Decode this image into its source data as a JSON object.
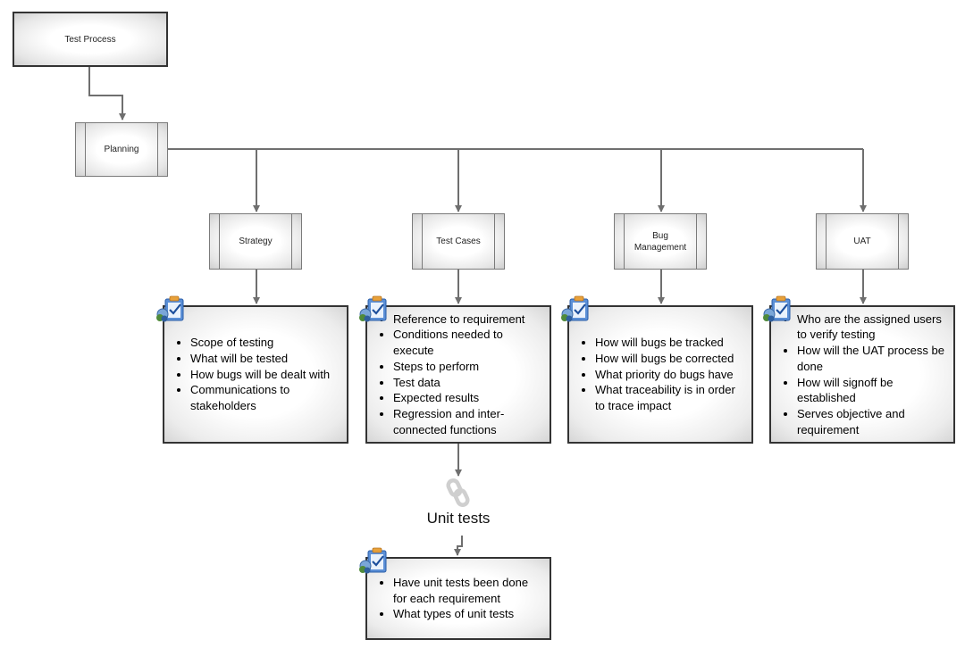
{
  "nodes": {
    "root": "Test Process",
    "planning": "Planning",
    "strategy": "Strategy",
    "test_cases": "Test Cases",
    "bug_management": "Bug Management",
    "uat": "UAT"
  },
  "notes": {
    "strategy": [
      "Scope of testing",
      "What will be tested",
      "How bugs will be dealt with",
      "Communications to stakeholders"
    ],
    "test_cases": [
      "Reference to requirement",
      "Conditions needed to execute",
      "Steps to perform",
      "Test data",
      "Expected results",
      "Regression and inter-connected functions"
    ],
    "bug_management": [
      "How will bugs be tracked",
      "How will bugs be corrected",
      "What priority do bugs have",
      "What traceability is in order to trace impact"
    ],
    "uat": [
      "Who are the assigned users to verify testing",
      "How will the UAT process be done",
      "How will signoff be established",
      "Serves objective and requirement"
    ],
    "unit_tests": [
      "Have unit tests been done for each requirement",
      "What types of unit tests"
    ]
  },
  "unit_tests_label": "Unit tests",
  "icons": {
    "note": "checklist-clipboard-icon",
    "link": "chain-link-icon"
  },
  "colors": {
    "line": "#6f6f6f",
    "border": "#333333",
    "icon_blue": "#3a78c4",
    "icon_orange": "#e8a13a"
  }
}
